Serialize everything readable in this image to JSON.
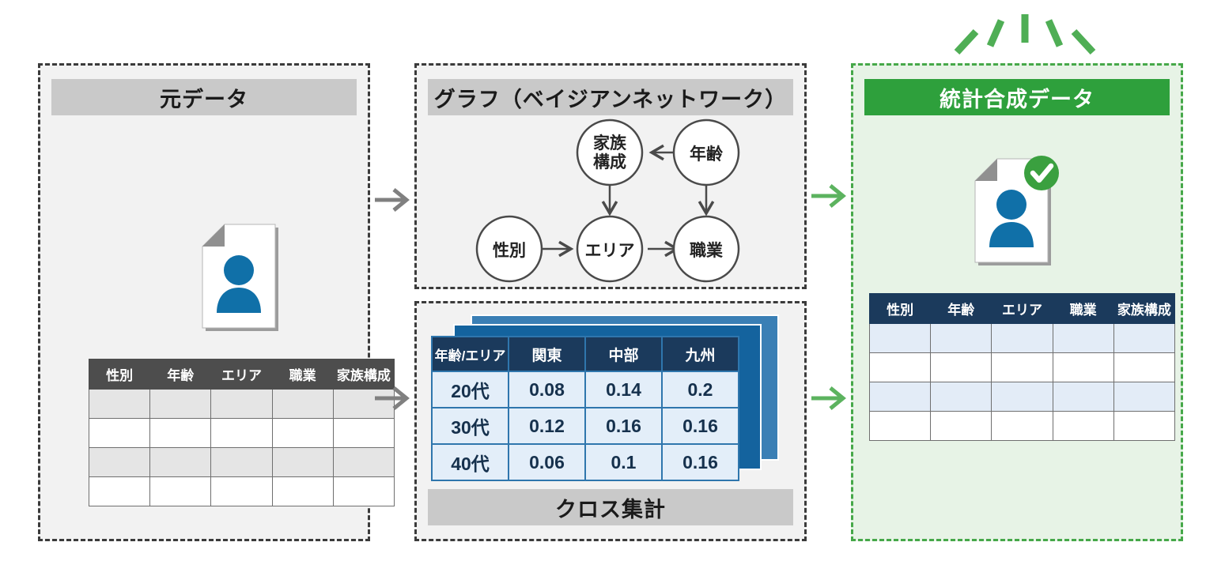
{
  "panels": {
    "source": {
      "title": "元データ"
    },
    "graph": {
      "title": "グラフ（ベイジアンネットワーク）"
    },
    "cross": {
      "title": "クロス集計"
    },
    "synth": {
      "title": "統計合成データ"
    }
  },
  "record_table": {
    "headers": [
      "性別",
      "年齢",
      "エリア",
      "職業",
      "家族構成"
    ],
    "row_count": 4
  },
  "bayesian_network": {
    "nodes": [
      {
        "id": "family",
        "label_line1": "家族",
        "label_line2": "構成"
      },
      {
        "id": "age",
        "label_line1": "年齢",
        "label_line2": ""
      },
      {
        "id": "gender",
        "label_line1": "性別",
        "label_line2": ""
      },
      {
        "id": "area",
        "label_line1": "エリア",
        "label_line2": ""
      },
      {
        "id": "job",
        "label_line1": "職業",
        "label_line2": ""
      }
    ],
    "edges": [
      {
        "from": "age",
        "to": "family"
      },
      {
        "from": "age",
        "to": "job"
      },
      {
        "from": "family",
        "to": "area"
      },
      {
        "from": "gender",
        "to": "area"
      },
      {
        "from": "area",
        "to": "job"
      }
    ]
  },
  "chart_data": {
    "type": "table",
    "title": "クロス集計",
    "corner_label": "年齢/エリア",
    "columns": [
      "関東",
      "中部",
      "九州"
    ],
    "rows": [
      "20代",
      "30代",
      "40代"
    ],
    "values": [
      [
        "0.08",
        "0.14",
        "0.2"
      ],
      [
        "0.12",
        "0.16",
        "0.16"
      ],
      [
        "0.06",
        "0.1",
        "0.16"
      ]
    ],
    "layer_count": 3
  },
  "icons": {
    "document_person": "document-person-icon",
    "check_badge": "check-badge-icon",
    "sparkle": "sparkle-icon",
    "arrow_right": "arrow-right-icon"
  },
  "colors": {
    "panel_bg": "#f2f2f2",
    "panel_border": "#3b3b3b",
    "title_bar": "#c9c9c9",
    "green_accent": "#2ea03c",
    "green_panel_bg": "#e7f3e6",
    "green_arrow": "#5cb35f",
    "navy_header": "#1b3a5c",
    "table_header_gray": "#4d4d4d",
    "person_blue": "#1070a8",
    "gray_arrow": "#808080"
  }
}
